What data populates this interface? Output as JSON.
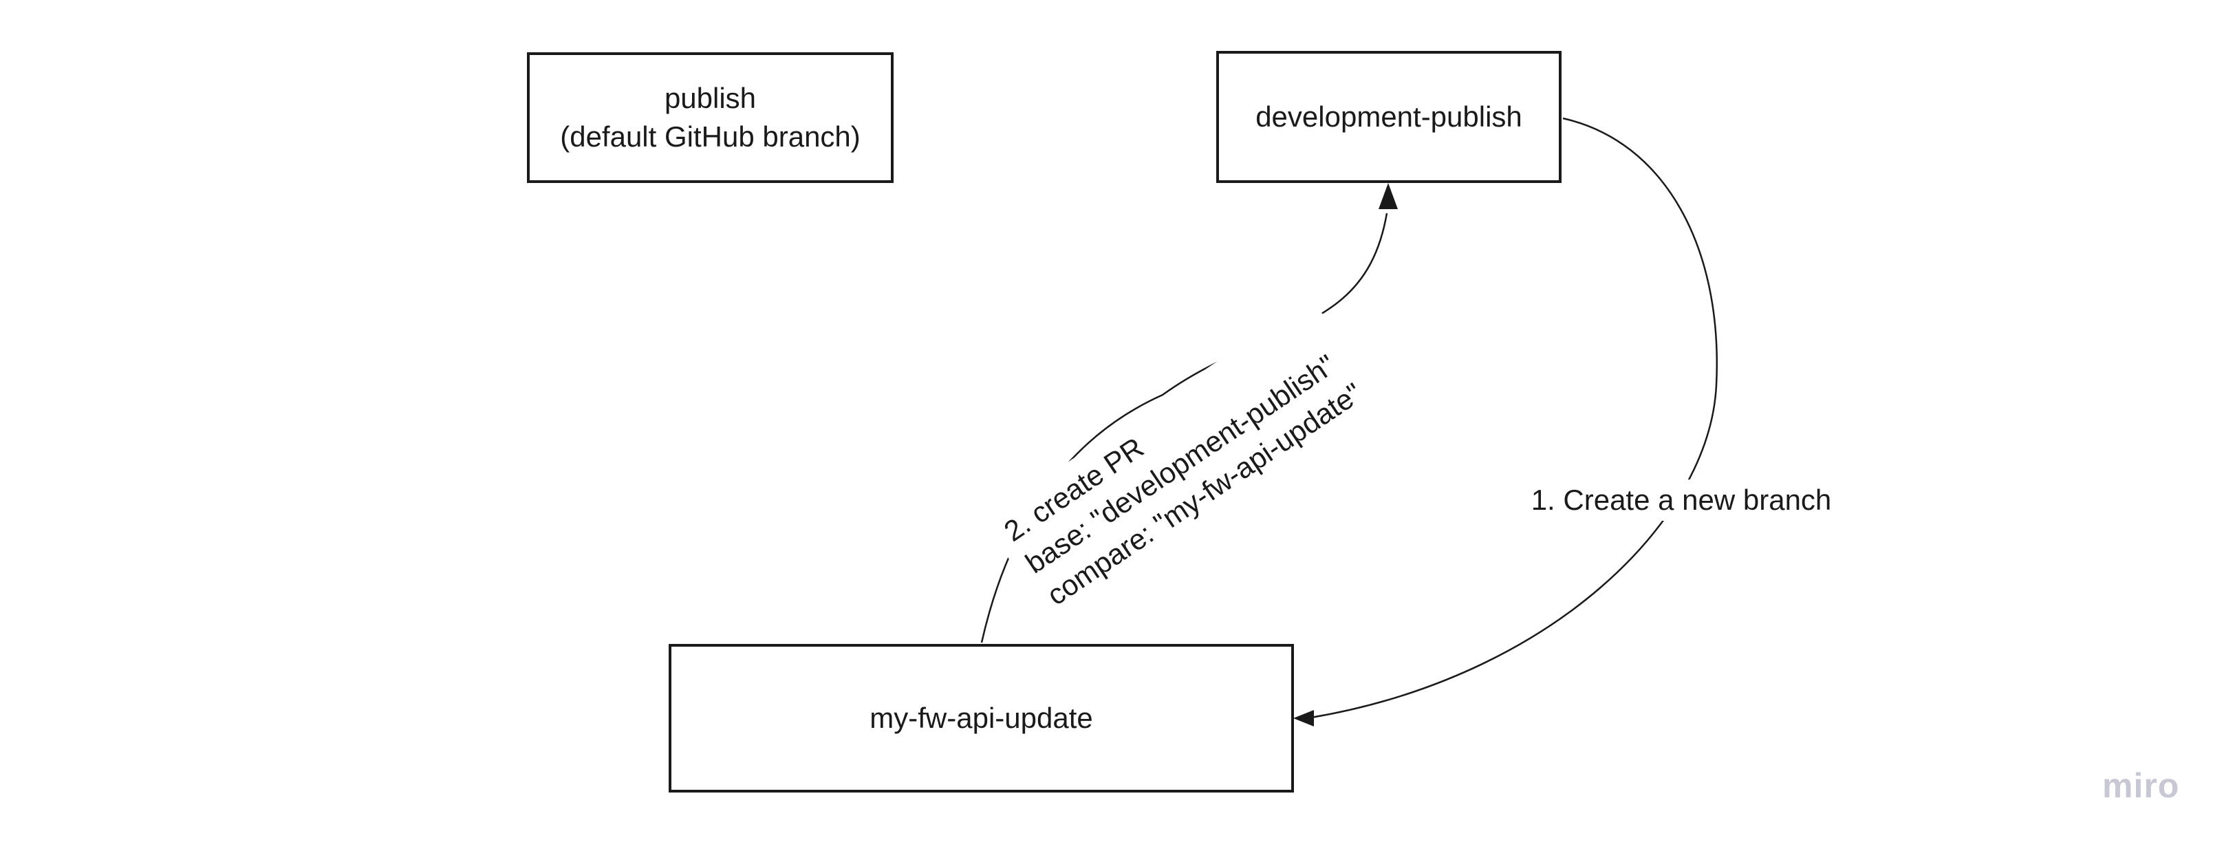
{
  "colors": {
    "stroke": "#1a1a1a",
    "text": "#1a1a1a",
    "background": "#ffffff",
    "watermark": "#c7c8d3"
  },
  "nodes": {
    "publish": {
      "line1": "publish",
      "line2": "(default GitHub branch)"
    },
    "development_publish": {
      "label": "development-publish"
    },
    "my_fw_api_update": {
      "label": "my-fw-api-update"
    }
  },
  "connectors": {
    "create_branch": {
      "label": "1. Create a new branch"
    },
    "create_pr": {
      "line1": "2. create PR",
      "line2": "base: \"development-publish\"",
      "line3": "compare: \"my-fw-api-update\""
    }
  },
  "watermark": {
    "text": "miro"
  }
}
